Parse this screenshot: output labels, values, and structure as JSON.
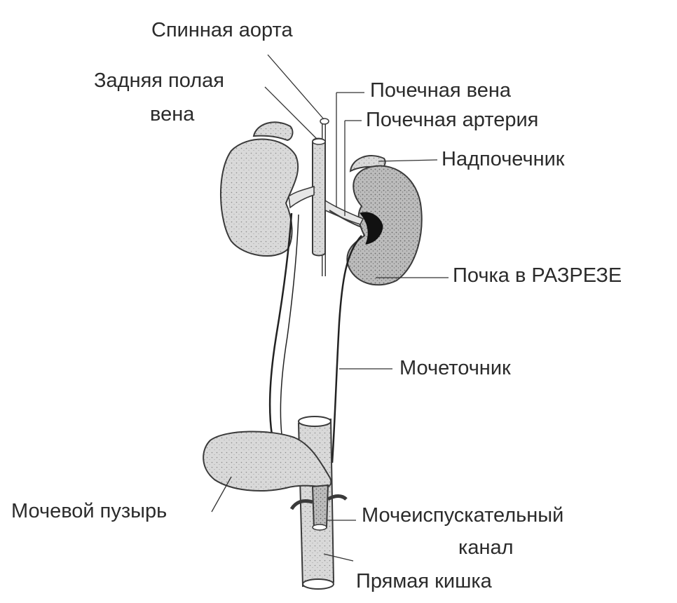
{
  "labels": {
    "dorsal_aorta": "Спинная аорта",
    "posterior_vena_cava_line1": "Задняя полая",
    "posterior_vena_cava_line2": "вена",
    "renal_vein": "Почечная вена",
    "renal_artery": "Почечная артерия",
    "adrenal_gland": "Надпочечник",
    "kidney_section": "Почка в РАЗРЕЗЕ",
    "ureter": "Мочеточник",
    "urinary_bladder": "Мочевой пузырь",
    "urethra_line1": "Мочеиспускательный",
    "urethra_line2": "канал",
    "rectum": "Прямая кишка"
  },
  "colors": {
    "background": "#ffffff",
    "organ_fill": "#d6d6d6",
    "organ_stroke": "#3a3a3a",
    "text": "#2b2b2b",
    "leader_line": "#333333",
    "renal_pelvis": "#111111"
  }
}
